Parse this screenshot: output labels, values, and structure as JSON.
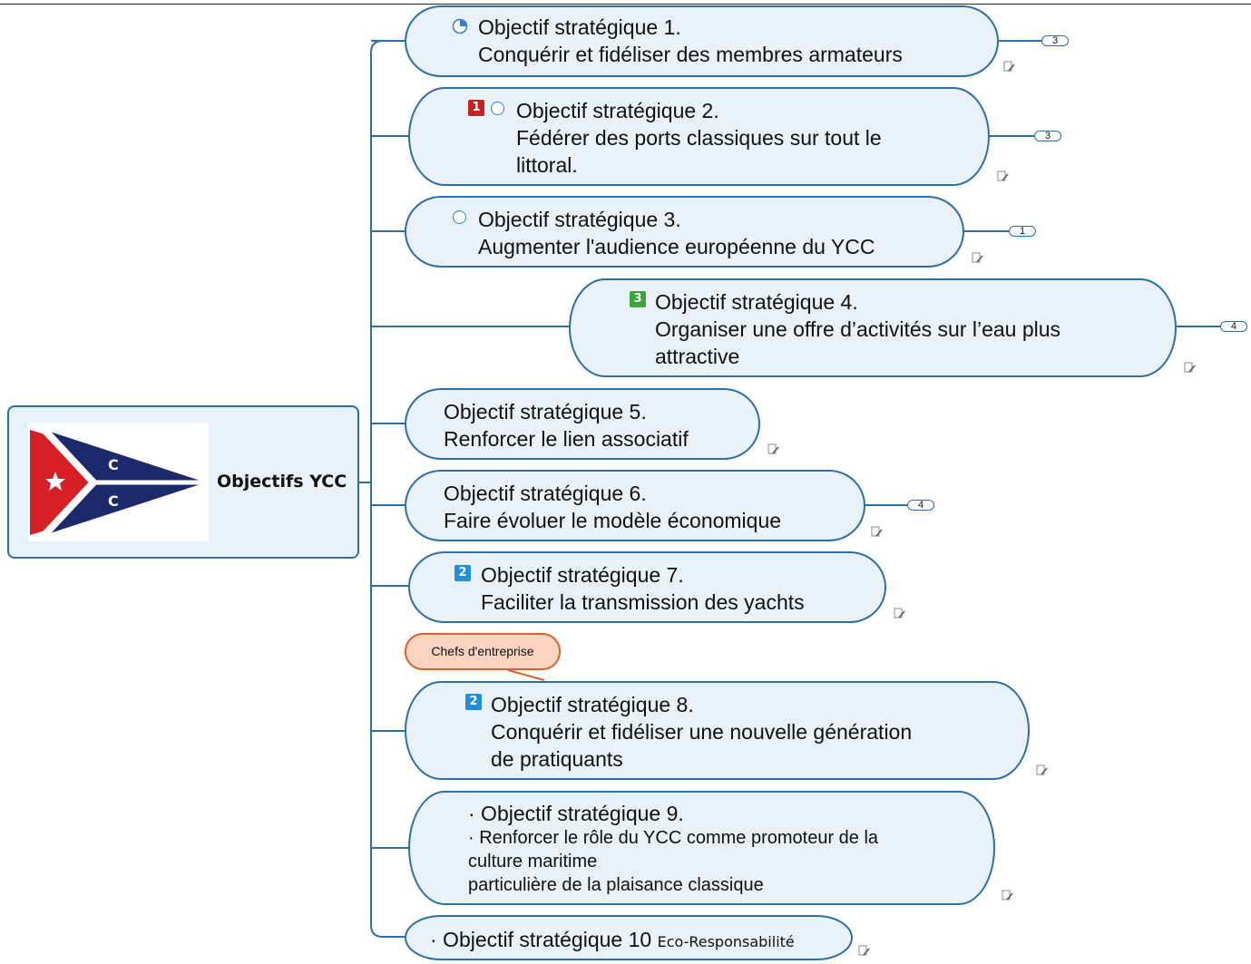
{
  "root": {
    "label": "Objectifs YCC",
    "flag_letters": [
      "C",
      "C"
    ]
  },
  "objectives": [
    {
      "line1": "Objectif stratégique 1.",
      "line2": "Conquérir et fidéliser des membres armateurs",
      "line3": "",
      "marker": "progress-quarter",
      "count": "3"
    },
    {
      "line1": "Objectif stratégique 2.",
      "line2": "Fédérer des ports classiques sur tout le",
      "line3": "littoral.",
      "marker": "priority-1",
      "priority": "1",
      "count": "3"
    },
    {
      "line1": "Objectif stratégique 3.",
      "line2": "Augmenter l'audience européenne du YCC",
      "line3": "",
      "marker": "progress-empty",
      "count": "1"
    },
    {
      "line1": "Objectif stratégique 4.",
      "line2": "Organiser une offre d’activités sur l’eau plus",
      "line3": "attractive",
      "marker": "priority-3",
      "priority": "3",
      "count": "4"
    },
    {
      "line1": "Objectif stratégique 5.",
      "line2": "Renforcer le lien associatif",
      "line3": ""
    },
    {
      "line1": "Objectif stratégique 6.",
      "line2": "Faire évoluer le modèle économique",
      "line3": "",
      "count": "4"
    },
    {
      "line1": "Objectif stratégique 7.",
      "line2": "Faciliter la transmission des yachts",
      "line3": "",
      "marker": "priority-2",
      "priority": "2"
    },
    {
      "line1": "Objectif stratégique 8.",
      "line2": "Conquérir et fidéliser une nouvelle génération",
      "line3": "de pratiquants",
      "marker": "priority-2",
      "priority": "2",
      "callout": "Chefs d'entreprise"
    },
    {
      "line1": "· Objectif stratégique 9.",
      "line2": "· Renforcer le rôle du YCC comme promoteur de la",
      "line3": "culture maritime",
      "line4": "particulière de la plaisance classique"
    },
    {
      "line1": "· Objectif stratégique 10",
      "suffix": "Eco-Responsabilité"
    }
  ],
  "colors": {
    "node_fill": "#e9f1f9",
    "node_border": "#2d6ea8",
    "priority_1": "#cc1f1f",
    "priority_2": "#1f8fdc",
    "priority_3": "#3aa63a",
    "callout_fill": "#fad4c0",
    "callout_border": "#d9612e",
    "flag_red": "#d61f26",
    "flag_navy": "#1c2a6b"
  },
  "icons": [
    "note-icon",
    "progress-icon",
    "priority-icon",
    "star-icon"
  ]
}
